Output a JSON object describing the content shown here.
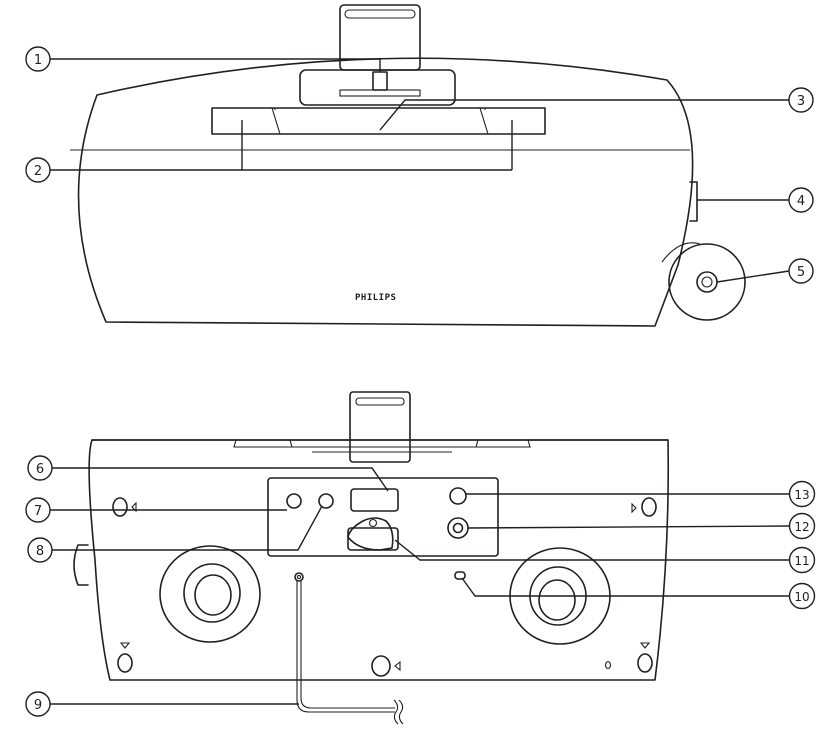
{
  "brand_text": "PHILIPS",
  "colors": {
    "line": "#231f20",
    "background": "#ffffff"
  },
  "callouts": {
    "c1": "1",
    "c2": "2",
    "c3": "3",
    "c4": "4",
    "c5": "5",
    "c6": "6",
    "c7": "7",
    "c8": "8",
    "c9": "9",
    "c10": "10",
    "c11": "11",
    "c12": "12",
    "c13": "13"
  }
}
